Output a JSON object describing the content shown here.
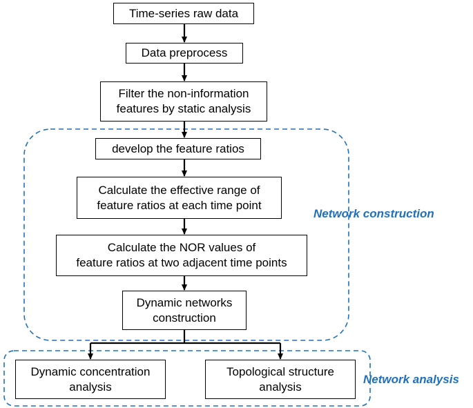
{
  "steps": {
    "raw_data": "Time-series raw data",
    "preprocess": "Data preprocess",
    "filter": [
      "Filter the non-information",
      "features by static analysis"
    ],
    "develop": "develop the feature ratios",
    "effective_range": [
      "Calculate the effective range of",
      "feature ratios at each time point"
    ],
    "nor_values": [
      "Calculate the NOR values of",
      "feature ratios at two adjacent time points"
    ],
    "dynamic_networks": [
      "Dynamic networks",
      "construction"
    ],
    "dynamic_concentration": [
      "Dynamic concentration",
      "analysis"
    ],
    "topological": [
      "Topological structure",
      "analysis"
    ]
  },
  "groups": {
    "network_construction": "Network construction",
    "network_analysis": "Network analysis"
  },
  "colors": {
    "group_border": "#1f6fbf",
    "group_label": "#1f6fbf",
    "box_border": "#000000",
    "arrow": "#000000"
  }
}
